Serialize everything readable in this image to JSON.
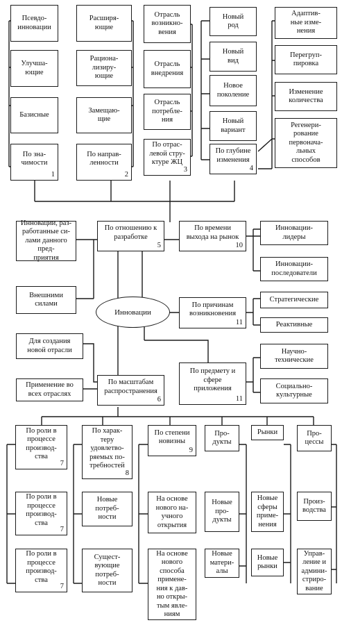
{
  "center": "Инновации",
  "boxes": {
    "psevdo": {
      "text": "Псевдо-\nинновации"
    },
    "uluch": {
      "text": "Улучша-\nющие"
    },
    "baz": {
      "text": "Базисные"
    },
    "poznach": {
      "text": "По зна-\nчимости",
      "num": "1"
    },
    "rasshir": {
      "text": "Расширя-\nющие"
    },
    "racion": {
      "text": "Рациона-\nлизиру-\nющие"
    },
    "zamesch": {
      "text": "Замещаю-\nщие"
    },
    "ponapr": {
      "text": "По направ-\nленности",
      "num": "2"
    },
    "otr_vozn": {
      "text": "Отрасль\nвозникно-\nвения"
    },
    "otr_vnedr": {
      "text": "Отрасль\nвнедрения"
    },
    "otr_potr": {
      "text": "Отрасль\nпотребле-\nния"
    },
    "pootrasl": {
      "text": "По отрас-\nлевой стру-\nктуре ЖЦ",
      "num": "3"
    },
    "novrod": {
      "text": "Новый\nрод"
    },
    "novvid": {
      "text": "Новый\nвид"
    },
    "novpok": {
      "text": "Новое\nпоколение"
    },
    "novvar": {
      "text": "Новый\nвариант"
    },
    "poglub": {
      "text": "По глубине\nизменения",
      "num": "4"
    },
    "adapt": {
      "text": "Адаптив-\nные изме-\nнения"
    },
    "peregr": {
      "text": "Перегруп-\nпировка"
    },
    "izmkol": {
      "text": "Изменение\nколичества"
    },
    "regen": {
      "text": "Регенери-\nрование\nпервонача-\nльных\nспособов"
    },
    "razrab_vn": {
      "text": "Инновации, раз-\nработанные си-\nлами данного пред-\nприятия"
    },
    "vnesh": {
      "text": "Внешними\nсилами"
    },
    "potnosh": {
      "text": "По отношению к\nразработке",
      "num": "5"
    },
    "povrem": {
      "text": "По времени\nвыхода на рынок",
      "num": "10"
    },
    "lidery": {
      "text": "Инновации-\nлидеры"
    },
    "posled": {
      "text": "Инновации-\nпоследователи"
    },
    "poprich": {
      "text": "По причинам\nвозникновения",
      "num": "11"
    },
    "strateg": {
      "text": "Стратегические"
    },
    "reakt": {
      "text": "Реактивные"
    },
    "dlyasozd": {
      "text": "Для создания\nновой отрасли"
    },
    "primen": {
      "text": "Применение во\nвсех отраслях"
    },
    "pomasht": {
      "text": "По масштабам\nраспространения",
      "num": "6"
    },
    "popredm": {
      "text": "По предмету и\nсфере\nприложения",
      "num": "11"
    },
    "nauch": {
      "text": "Научно-\nтехнические"
    },
    "social": {
      "text": "Социально-\nкультурные"
    },
    "porol1": {
      "text": "По роли в\nпроцессе\nпроизвод-\nства",
      "num": "7"
    },
    "porol2": {
      "text": "По роли в\nпроцессе\nпроизвод-\nства",
      "num": "7"
    },
    "porol3": {
      "text": "По роли в\nпроцессе\nпроизвод-\nства",
      "num": "7"
    },
    "pohar": {
      "text": "По харак-\nтеру\nудовлетво-\nряемых по-\nтребностей",
      "num": "8"
    },
    "novpotr": {
      "text": "Новые\nпотреб-\nности"
    },
    "suschpotr": {
      "text": "Сущест-\nвующие\nпотреб-\nности"
    },
    "postep": {
      "text": "По степени\nновизны",
      "num": "9"
    },
    "nauchotkr": {
      "text": "На основе\nнового на-\nучного\nоткрытия"
    },
    "novsposob": {
      "text": "На основе\nнового\nспособа\nпримене-\nния к дав-\nно откры-\nтым явле-\nниям"
    },
    "produkty": {
      "text": "Про-\nдукты"
    },
    "novprod": {
      "text": "Новые\nпро-\nдукты"
    },
    "novmat": {
      "text": "Новые\nматери-\nалы"
    },
    "rynki": {
      "text": "Рынки"
    },
    "novsfery": {
      "text": "Новые\nсферы\nприме-\nнения"
    },
    "novrynki": {
      "text": "Новые\nрынки"
    },
    "processy": {
      "text": "Про-\nцессы"
    },
    "proizv": {
      "text": "Произ-\nводства"
    },
    "uprav": {
      "text": "Управ-\nление и\nадмини-\nстриро-\nвание"
    }
  }
}
